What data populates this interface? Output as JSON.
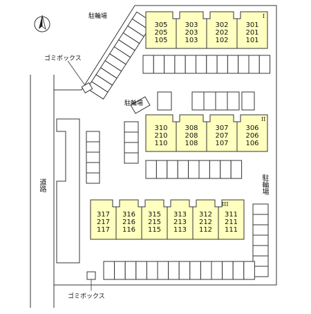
{
  "labels": {
    "bicycle_parking_top": "駐輪場",
    "bicycle_parking_middle": "駐輪場",
    "bicycle_parking_right": "駐輪場",
    "garbage_box_top": "ゴミボックス",
    "garbage_box_bottom": "ゴミボックス",
    "road": "道路"
  },
  "buildings": [
    {
      "name": "I",
      "units": [
        [
          "305",
          "205",
          "105"
        ],
        [
          "303",
          "203",
          "103"
        ],
        [
          "302",
          "202",
          "102"
        ],
        [
          "301",
          "201",
          "101"
        ]
      ]
    },
    {
      "name": "II",
      "units": [
        [
          "310",
          "210",
          "110"
        ],
        [
          "308",
          "208",
          "108"
        ],
        [
          "307",
          "207",
          "107"
        ],
        [
          "306",
          "206",
          "106"
        ]
      ]
    },
    {
      "name": "III",
      "units": [
        [
          "317",
          "217",
          "117"
        ],
        [
          "316",
          "216",
          "116"
        ],
        [
          "315",
          "215",
          "115"
        ],
        [
          "313",
          "213",
          "113"
        ],
        [
          "312",
          "212",
          "112"
        ],
        [
          "311",
          "211",
          "111"
        ]
      ]
    }
  ],
  "colors": {
    "building_fill": "#ffffbf",
    "outline": "#333333",
    "background": "#ffffff"
  },
  "icons": {
    "north_arrow": "north-arrow-icon"
  }
}
